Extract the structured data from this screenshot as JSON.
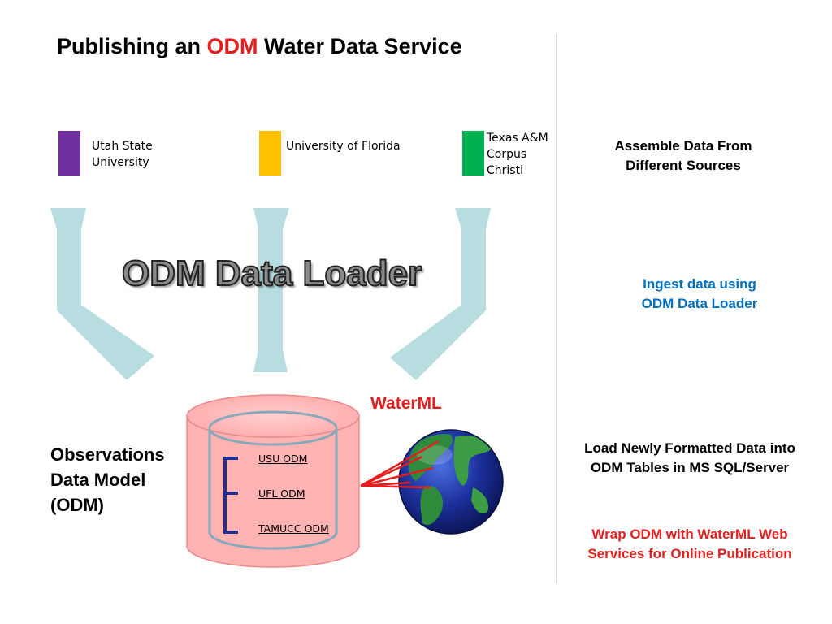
{
  "title": {
    "prefix": "Publishing an ",
    "highlight": "ODM",
    "suffix": " Water Data Service",
    "highlight_color": "#e41e1e"
  },
  "sources": [
    {
      "lines": [
        "Utah State",
        "University"
      ],
      "color": "#7030a0"
    },
    {
      "lines": [
        "University of Florida"
      ],
      "color": "#ffc000"
    },
    {
      "lines": [
        "Texas A&M",
        "Corpus",
        "Christi"
      ],
      "color": "#00b050"
    }
  ],
  "loader_title": "ODM Data Loader",
  "odm_label": [
    "Observations",
    "Data Model",
    "(ODM)"
  ],
  "database": {
    "items": [
      "USU ODM",
      "UFL ODM",
      "TAMUCC ODM"
    ]
  },
  "waterml_label": "WaterML",
  "steps": [
    {
      "lines": [
        "Assemble Data From",
        "Different Sources"
      ],
      "color": "#000000"
    },
    {
      "lines": [
        "Ingest data using",
        "ODM Data Loader"
      ],
      "color": "#0070c0"
    },
    {
      "lines": [
        "Load Newly Formatted Data into",
        "ODM Tables in MS SQL/Server"
      ],
      "color": "#000000"
    },
    {
      "lines": [
        "Wrap ODM with WaterML Web",
        "Services for Online Publication"
      ],
      "color": "#e41e1e"
    }
  ],
  "colors": {
    "arrow": "#b7dde0",
    "cylinder_fill": "#ffb3b3",
    "cylinder_stroke": "#e98a8a",
    "bracket": "#1f2f8f",
    "link_lines": "#e41e1e"
  }
}
